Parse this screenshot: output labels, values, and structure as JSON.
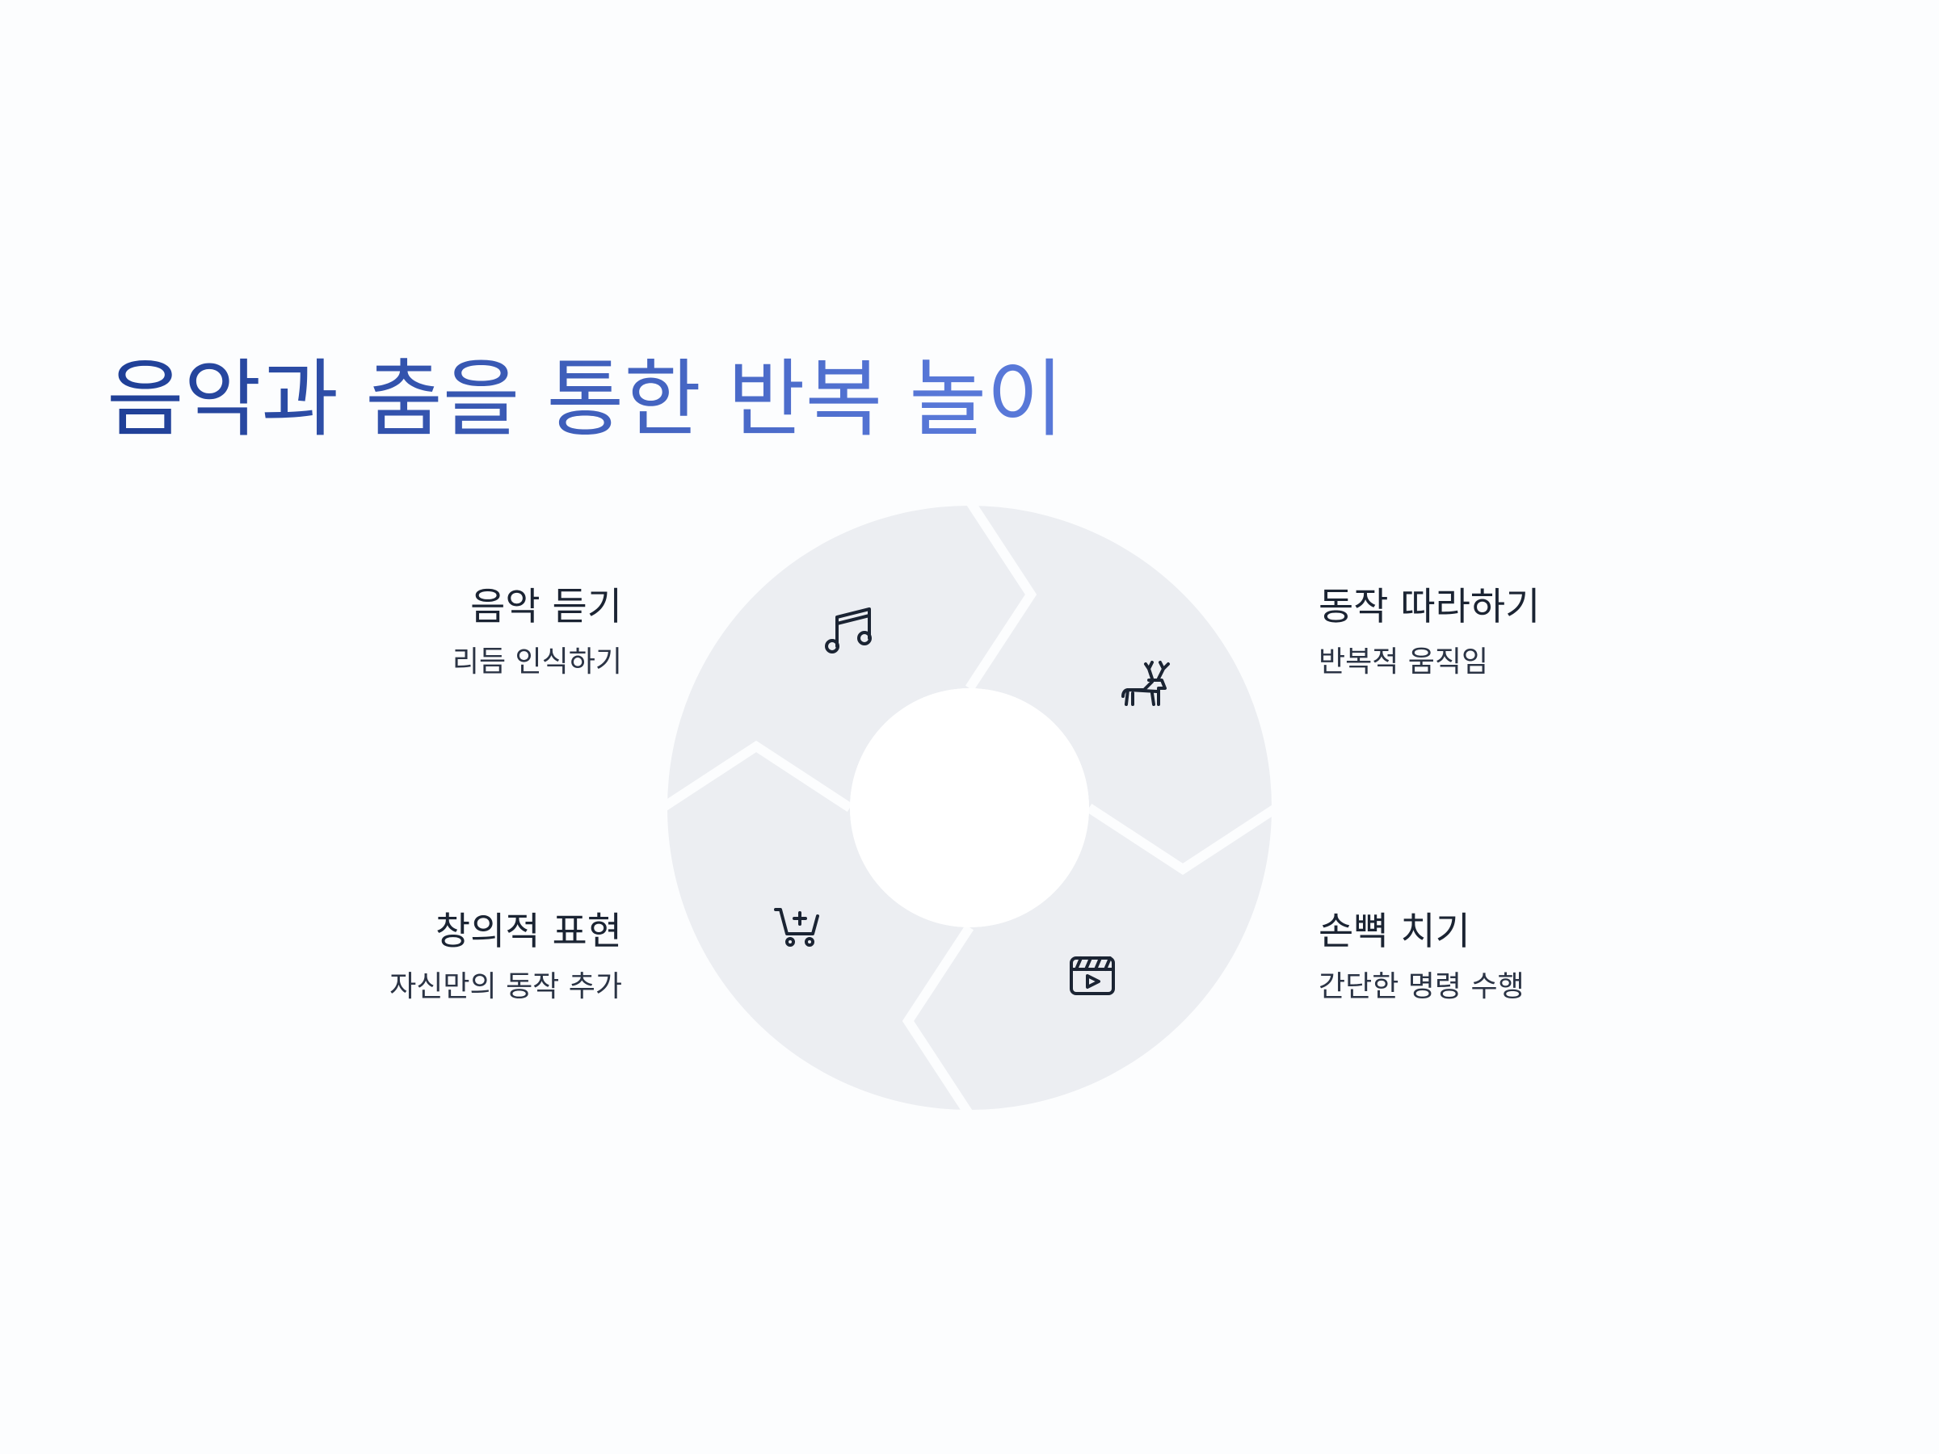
{
  "title": "음악과 춤을 통한 반복 놀이",
  "colors": {
    "title_start": "#1f3f96",
    "title_end": "#5878d8",
    "segment_fill": "#eceef2",
    "separator": "#fcfdfe",
    "icon_stroke": "#1b2433",
    "text": "#1b2433"
  },
  "steps": [
    {
      "heading": "음악 듣기",
      "sub": "리듬 인식하기",
      "icon": "music-note-icon"
    },
    {
      "heading": "동작 따라하기",
      "sub": "반복적 움직임",
      "icon": "deer-icon"
    },
    {
      "heading": "손뼉 치기",
      "sub": "간단한 명령 수행",
      "icon": "clapperboard-icon"
    },
    {
      "heading": "창의적 표현",
      "sub": "자신만의 동작 추가",
      "icon": "cart-plus-icon"
    }
  ]
}
